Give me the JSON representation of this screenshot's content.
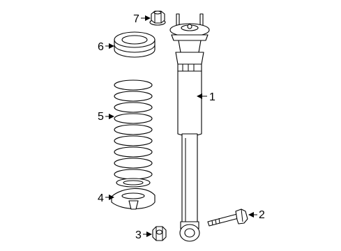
{
  "callouts": [
    "1",
    "2",
    "3",
    "4",
    "5",
    "6",
    "7"
  ],
  "parts": [
    {
      "callout": "1",
      "icon": "shock-absorber-icon"
    },
    {
      "callout": "2",
      "icon": "bolt-icon"
    },
    {
      "callout": "3",
      "icon": "nut-icon"
    },
    {
      "callout": "4",
      "icon": "spring-seat-icon"
    },
    {
      "callout": "5",
      "icon": "coil-spring-icon"
    },
    {
      "callout": "6",
      "icon": "spring-insulator-icon"
    },
    {
      "callout": "7",
      "icon": "flange-nut-icon"
    }
  ]
}
